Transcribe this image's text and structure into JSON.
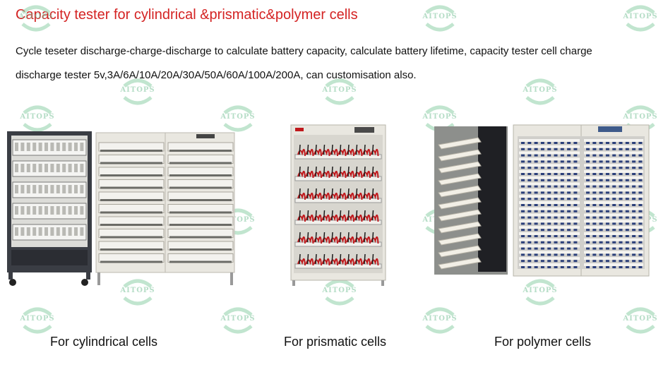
{
  "title": "Capacity tester for cylindrical &prismatic&polymer cells",
  "description": {
    "line1": "Cycle teseter discharge-charge-discharge  to calculate battery capacity, calculate battery lifetime, capacity tester cell charge",
    "line2": "discharge tester 5v,3A/6A/10A/20A/30A/50A/60A/100A/200A, can customisation also."
  },
  "watermark_text": "AITOPS",
  "captions": {
    "cylindrical": "For cylindrical cells",
    "prismatic": "For prismatic cells",
    "polymer": "For polymer cells"
  },
  "colors": {
    "title": "#d42323",
    "watermark": "#7cc39a",
    "cabinet": "#e9e7e0",
    "rack_frame": "#3a3d44",
    "cable_red": "#c0181c"
  }
}
